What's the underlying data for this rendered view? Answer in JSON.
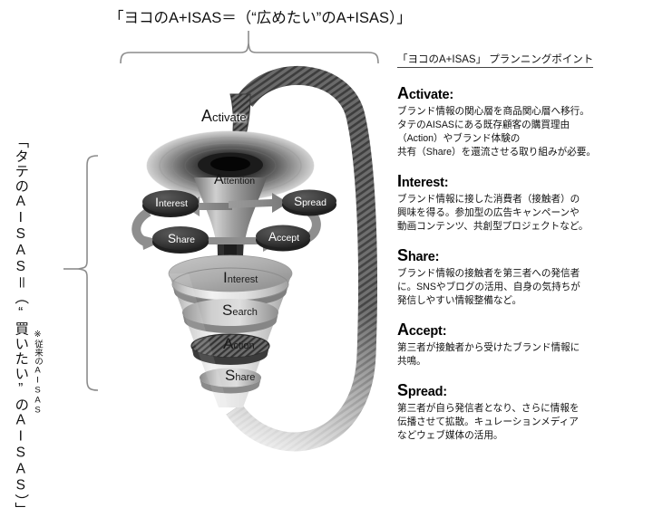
{
  "title": "「ヨコのA+ISAS＝（“広めたい”のA+ISAS）」",
  "left_axis": {
    "label": "「タテのAISAS＝（“買いたい”のAISAS）」",
    "note": "※従来のAISAS"
  },
  "diagram": {
    "activate_label": {
      "cap": "A",
      "rest": "ctivate"
    },
    "attention_label": {
      "cap": "A",
      "rest": "ttention"
    },
    "nodes": [
      {
        "name": "interest",
        "cap": "I",
        "rest": "nterest"
      },
      {
        "name": "share",
        "cap": "S",
        "rest": "hare"
      },
      {
        "name": "spread",
        "cap": "S",
        "rest": "pread"
      },
      {
        "name": "accept",
        "cap": "A",
        "rest": "ccept"
      }
    ],
    "funnel_stages": [
      {
        "name": "interest",
        "cap": "I",
        "rest": "nterest"
      },
      {
        "name": "search",
        "cap": "S",
        "rest": "earch"
      },
      {
        "name": "action",
        "cap": "A",
        "rest": "ction"
      },
      {
        "name": "share",
        "cap": "S",
        "rest": "hare"
      }
    ]
  },
  "panel": {
    "heading": "「ヨコのA+ISAS」 プランニングポイント",
    "blocks": [
      {
        "cap": "A",
        "rest": "ctivate:",
        "body": "ブランド情報の関心層を商品関心層へ移行。\nタテのAISASにある既存顧客の購買理由\n（Action）やブランド体験の\n共有（Share）を還流させる取り組みが必要。"
      },
      {
        "cap": "I",
        "rest": "nterest:",
        "body": "ブランド情報に接した消費者（接触者）の\n興味を得る。参加型の広告キャンペーンや\n動画コンテンツ、共創型プロジェクトなど。"
      },
      {
        "cap": "S",
        "rest": "hare:",
        "body": "ブランド情報の接触者を第三者への発信者\nに。SNSやブログの活用、自身の気持ちが\n発信しやすい情報整備など。"
      },
      {
        "cap": "A",
        "rest": "ccept:",
        "body": "第三者が接触者から受けたブランド情報に\n共鳴。"
      },
      {
        "cap": "S",
        "rest": "pread:",
        "body": "第三者が自ら発信者となり、さらに情報を\n伝播させて拡散。キュレーションメディア\nなどウェブ媒体の活用。"
      }
    ]
  },
  "colors": {
    "background": "#ffffff",
    "text": "#111111",
    "node_fill": "#3a3a3a",
    "loop_stroke": "#6f6f6f",
    "funnel_light": "#dcdcdc",
    "funnel_mid": "#9a9a9a",
    "funnel_dark": "#4a4a4a",
    "bracket": "#8c8c8c"
  }
}
